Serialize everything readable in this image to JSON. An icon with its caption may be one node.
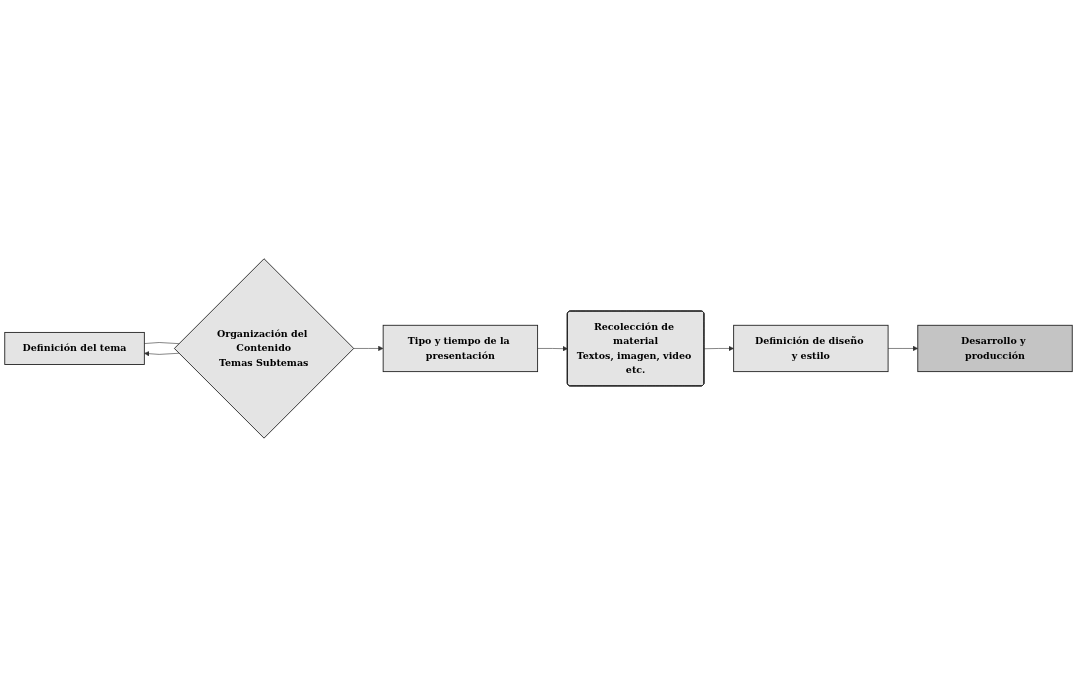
{
  "diagram": {
    "nodes": [
      {
        "text": [
          "Definición del tema"
        ]
      },
      {
        "text": [
          "Organización del Contenido",
          "Temas Subtemas"
        ]
      },
      {
        "text": [
          "Tipo y tiempo de la presentación"
        ]
      },
      {
        "text": [
          "Recolección de material",
          "Textos, imagen, video etc."
        ]
      },
      {
        "text": [
          "Definición de diseño y estilo"
        ]
      },
      {
        "text": [
          "Desarrollo y producción"
        ]
      }
    ],
    "edges": [
      {
        "from": 0,
        "to": 1,
        "arrow": "none"
      },
      {
        "from": 1,
        "to": 0,
        "arrow": "to"
      },
      {
        "from": 1,
        "to": 2,
        "arrow": "to"
      },
      {
        "from": 2,
        "to": 3,
        "arrow": "to"
      },
      {
        "from": 3,
        "to": 4,
        "arrow": "to"
      },
      {
        "from": 4,
        "to": 5,
        "arrow": "to"
      }
    ]
  }
}
